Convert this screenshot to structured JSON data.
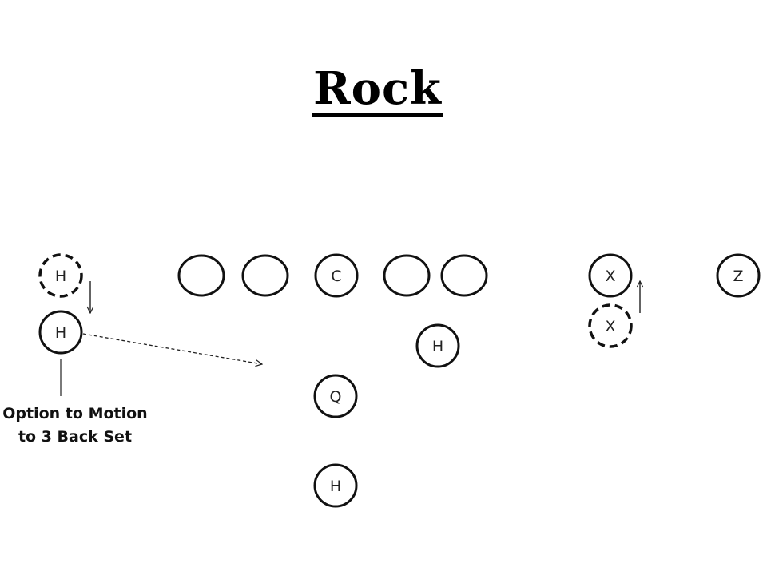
{
  "title": "Rock",
  "players": {
    "h_motion_start": "H",
    "h_left": "H",
    "lineman_1": "",
    "lineman_2": "",
    "center": "C",
    "lineman_4": "",
    "lineman_5": "",
    "x_receiver": "X",
    "x_motion_start": "X",
    "z_receiver": "Z",
    "h_right": "H",
    "quarterback": "Q",
    "h_back": "H"
  },
  "note": {
    "line1": "Option to Motion",
    "line2": "to 3 Back Set"
  }
}
